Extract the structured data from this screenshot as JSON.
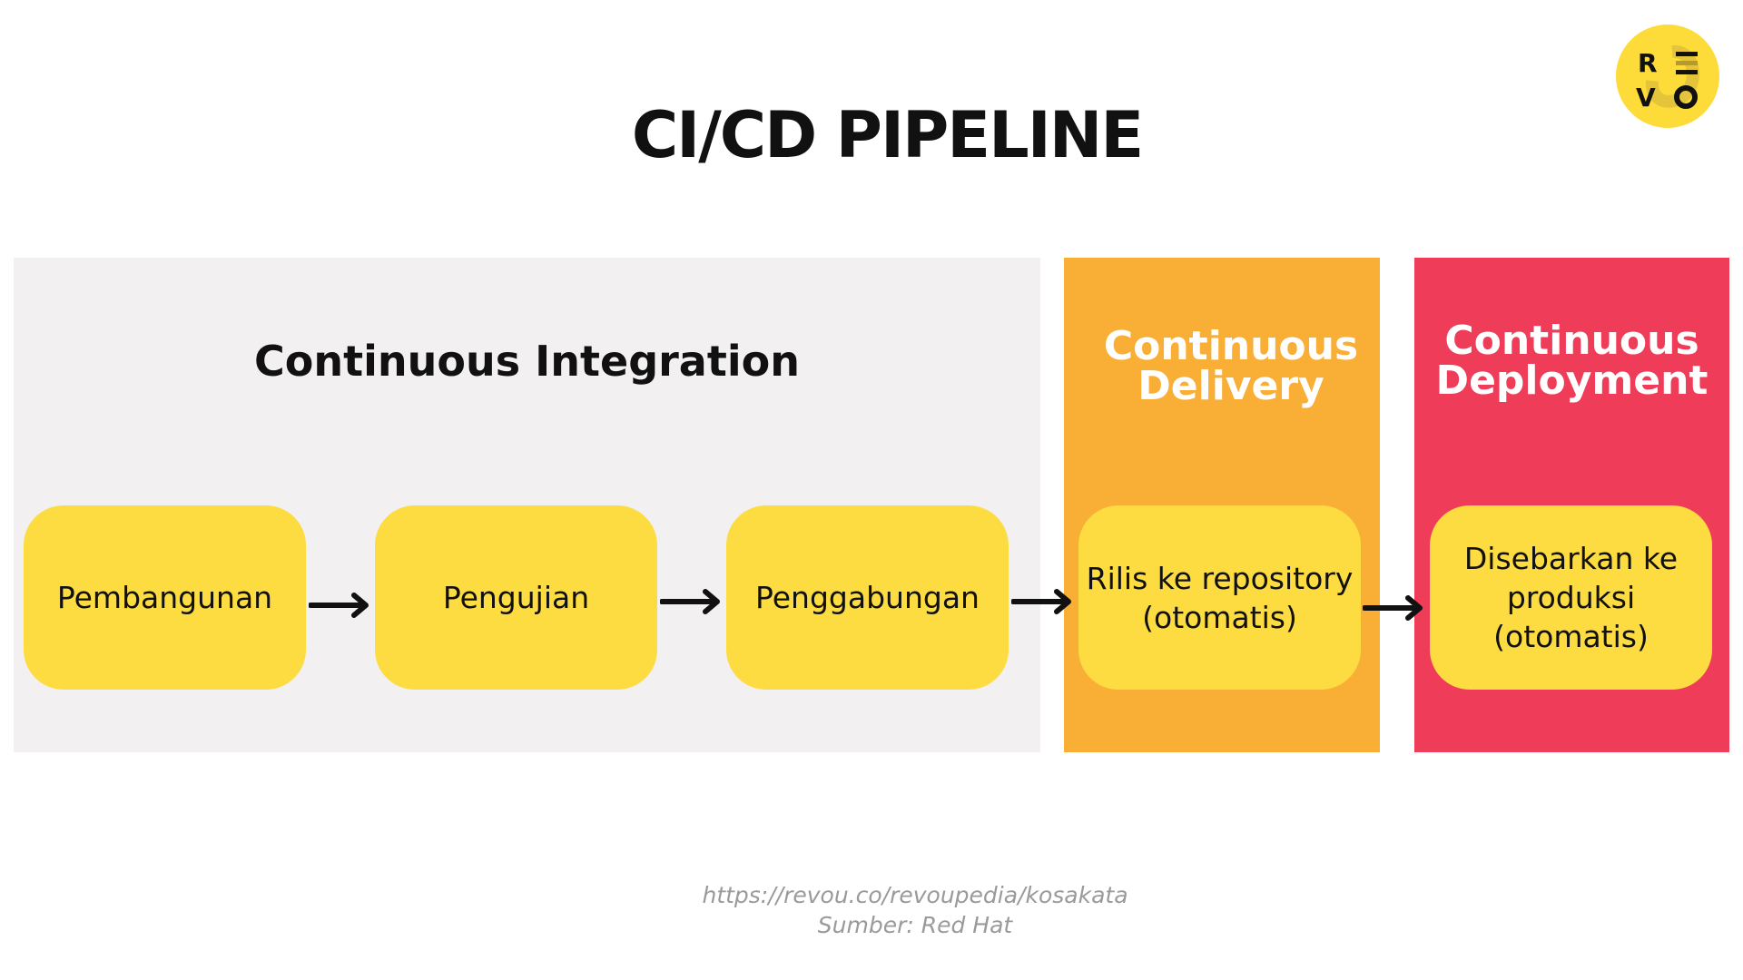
{
  "title": "CI/CD PIPELINE",
  "logo": {
    "text": "REVO",
    "color": "#fddc3a"
  },
  "sections": [
    {
      "heading": "Continuous Integration",
      "color": "#f2f0f0"
    },
    {
      "heading_line1": "Continuous",
      "heading_line2": "Delivery",
      "color": "#f9ae35"
    },
    {
      "heading_line1": "Continuous",
      "heading_line2": "Deployment",
      "color": "#ef3c59"
    }
  ],
  "steps": [
    {
      "line1": "Pembangunan"
    },
    {
      "line1": "Pengujian"
    },
    {
      "line1": "Penggabungan"
    },
    {
      "line1": "Rilis ke repository",
      "line2": "(otomatis)"
    },
    {
      "line1": "Disebarkan ke",
      "line2": "produksi",
      "line3": "(otomatis)"
    }
  ],
  "step_color": "#fddc42",
  "footer": {
    "url": "https://revou.co/revoupedia/kosakata",
    "source": "Sumber: Red Hat"
  }
}
